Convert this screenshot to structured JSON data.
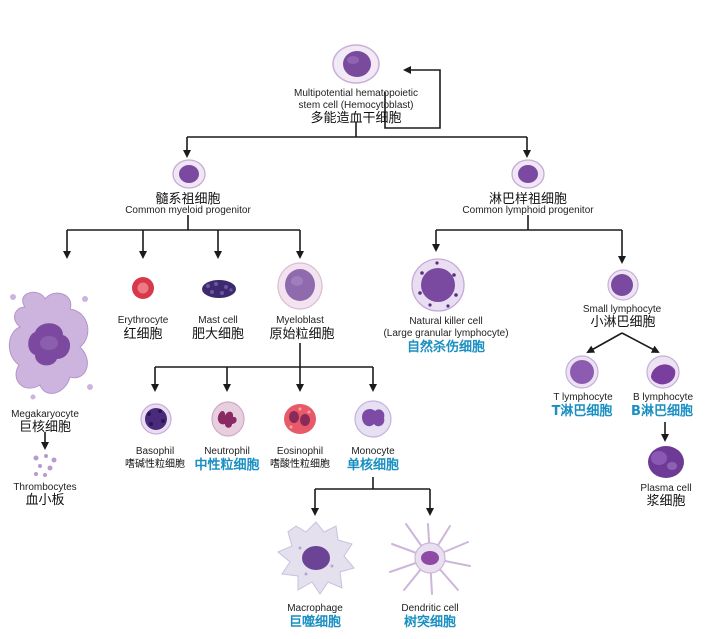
{
  "colors": {
    "line": "#1b1b1b",
    "cell_purple": "#6a3b8f",
    "cell_light": "#efe6f3",
    "erythrocyte": "#d8394a",
    "eosinophil": "#e05a6a",
    "chinese_blue": "#1a8fc2"
  },
  "nodes": {
    "stem": {
      "en1": "Multipotential hematopoietic",
      "en2": "stem cell (Hemocytoblast)",
      "cn": "多能造血干细胞"
    },
    "myeloid": {
      "cn": "髓系祖细胞",
      "en": "Common myeloid progenitor"
    },
    "lymphoid": {
      "cn": "淋巴样祖细胞",
      "en": "Common lymphoid progenitor"
    },
    "megakaryocyte": {
      "en": "Megakaryocyte",
      "cn": "巨核细胞"
    },
    "thrombocytes": {
      "en": "Thrombocytes",
      "cn": "血小板"
    },
    "erythrocyte": {
      "en": "Erythrocyte",
      "cn": "红细胞"
    },
    "mast": {
      "en": "Mast cell",
      "cn": "肥大细胞"
    },
    "myeloblast": {
      "en": "Myeloblast",
      "cn": "原始粒细胞"
    },
    "nk": {
      "en1": "Natural killer cell",
      "en2": "(Large granular lymphocyte)",
      "cn": "自然杀伤细胞"
    },
    "small_lymph": {
      "en": "Small lymphocyte",
      "cn": "小淋巴细胞"
    },
    "basophil": {
      "en": "Basophil",
      "cn": "嗜碱性粒细胞"
    },
    "neutrophil": {
      "en": "Neutrophil",
      "cn": "中性粒细胞"
    },
    "eosinophil": {
      "en": "Eosinophil",
      "cn": "嗜酸性粒细胞"
    },
    "monocyte": {
      "en": "Monocyte",
      "cn": "单核细胞"
    },
    "t_lymph": {
      "en": "T lymphocyte",
      "cn": "T淋巴细胞"
    },
    "b_lymph": {
      "en": "B lymphocyte",
      "cn": "B淋巴细胞"
    },
    "plasma": {
      "en": "Plasma cell",
      "cn": "浆细胞"
    },
    "macrophage": {
      "en": "Macrophage",
      "cn": "巨噬细胞"
    },
    "dendritic": {
      "en": "Dendritic cell",
      "cn": "树突细胞"
    }
  }
}
